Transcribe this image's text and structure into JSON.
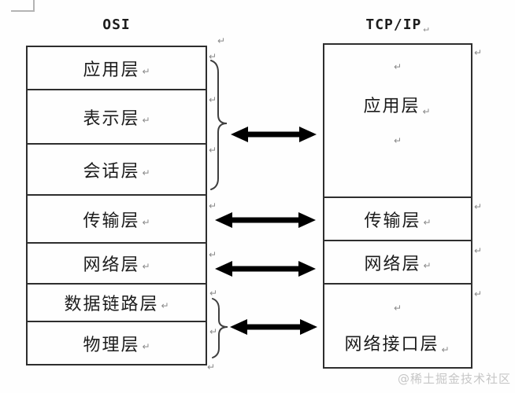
{
  "paragraph_mark": "↵",
  "watermark": "@稀土掘金技术社区",
  "colors": {
    "box_border": "#2e2e2e",
    "arrow": "#000000",
    "paragraph_mark": "#8a8a8a",
    "watermark": "#c6c6c6"
  },
  "osi": {
    "title": "OSI",
    "layers": [
      "应用层",
      "表示层",
      "会话层",
      "传输层",
      "网络层",
      "数据链路层",
      "物理层"
    ]
  },
  "tcpip": {
    "title": "TCP/IP",
    "layers": [
      "应用层",
      "传输层",
      "网络层",
      "网络接口层"
    ]
  }
}
